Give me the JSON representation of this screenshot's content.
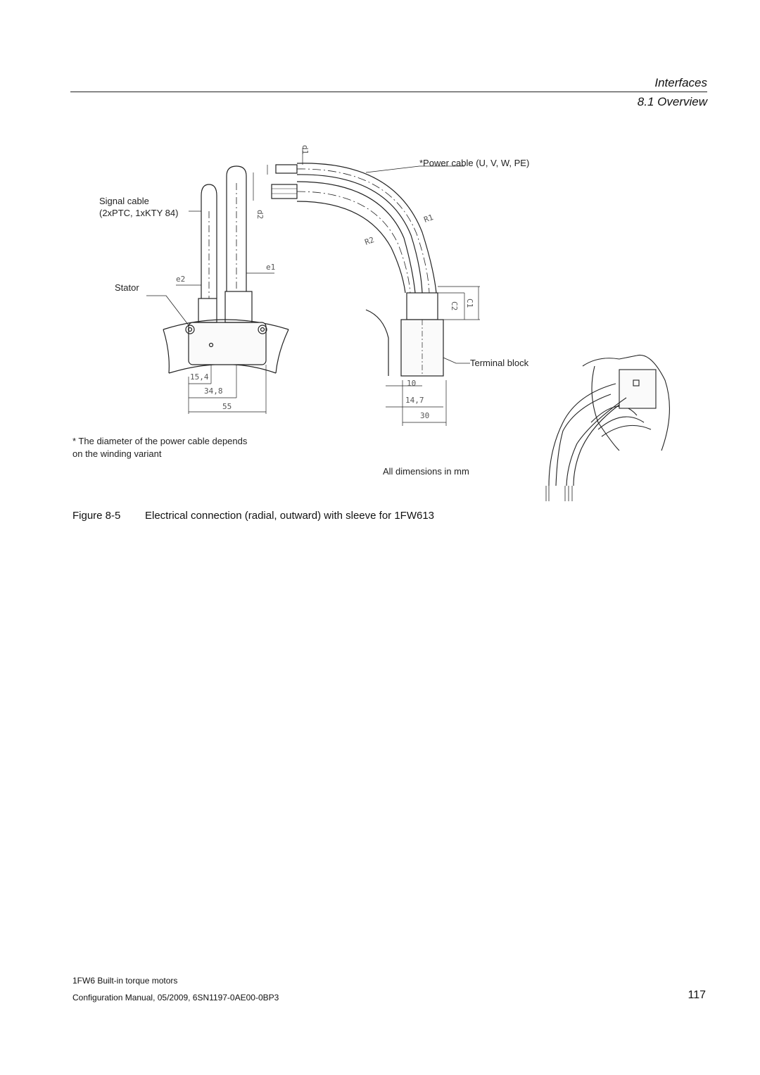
{
  "header": {
    "chapter": "Interfaces",
    "section": "8.1 Overview"
  },
  "figure": {
    "labels": {
      "power_cable": "*Power cable (U, V, W, PE)",
      "signal_cable_line1": "Signal cable",
      "signal_cable_line2": "(2xPTC, 1xKTY 84)",
      "stator": "Stator",
      "terminal_block": "Terminal block",
      "footnote_line1": "* The diameter of the power cable depends",
      "footnote_line2": "on the winding variant",
      "all_dimensions": "All dimensions in mm"
    },
    "dimensions": {
      "d1": "d1",
      "d2": "d2",
      "e1": "e1",
      "e2": "e2",
      "r1": "R1",
      "r2": "R2",
      "c1": "C1",
      "c2": "C2",
      "w15_4": "15,4",
      "w34_8": "34,8",
      "w55": "55",
      "w10": "10",
      "w14_7": "14,7",
      "w30": "30"
    },
    "caption_number": "Figure 8-5",
    "caption_text": "Electrical connection (radial, outward) with sleeve for 1FW613"
  },
  "footer": {
    "line1": "1FW6 Built-in torque motors",
    "line2": "Configuration Manual, 05/2009, 6SN1197-0AE00-0BP3",
    "page_number": "117"
  }
}
